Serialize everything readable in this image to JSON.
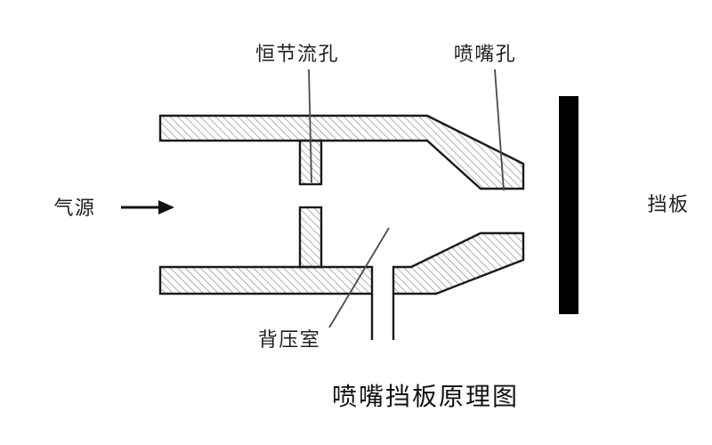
{
  "diagram": {
    "caption": "喷嘴挡板原理图",
    "labels": {
      "restriction": "恒节流孔",
      "nozzle": "喷嘴孔",
      "air_source": "气源",
      "flapper": "挡板",
      "back_pressure_chamber": "背压室"
    },
    "colors": {
      "flapper": "#000000",
      "outline": "#1a1a1a",
      "hatch": "#8c8c8c",
      "background": "#ffffff"
    }
  }
}
